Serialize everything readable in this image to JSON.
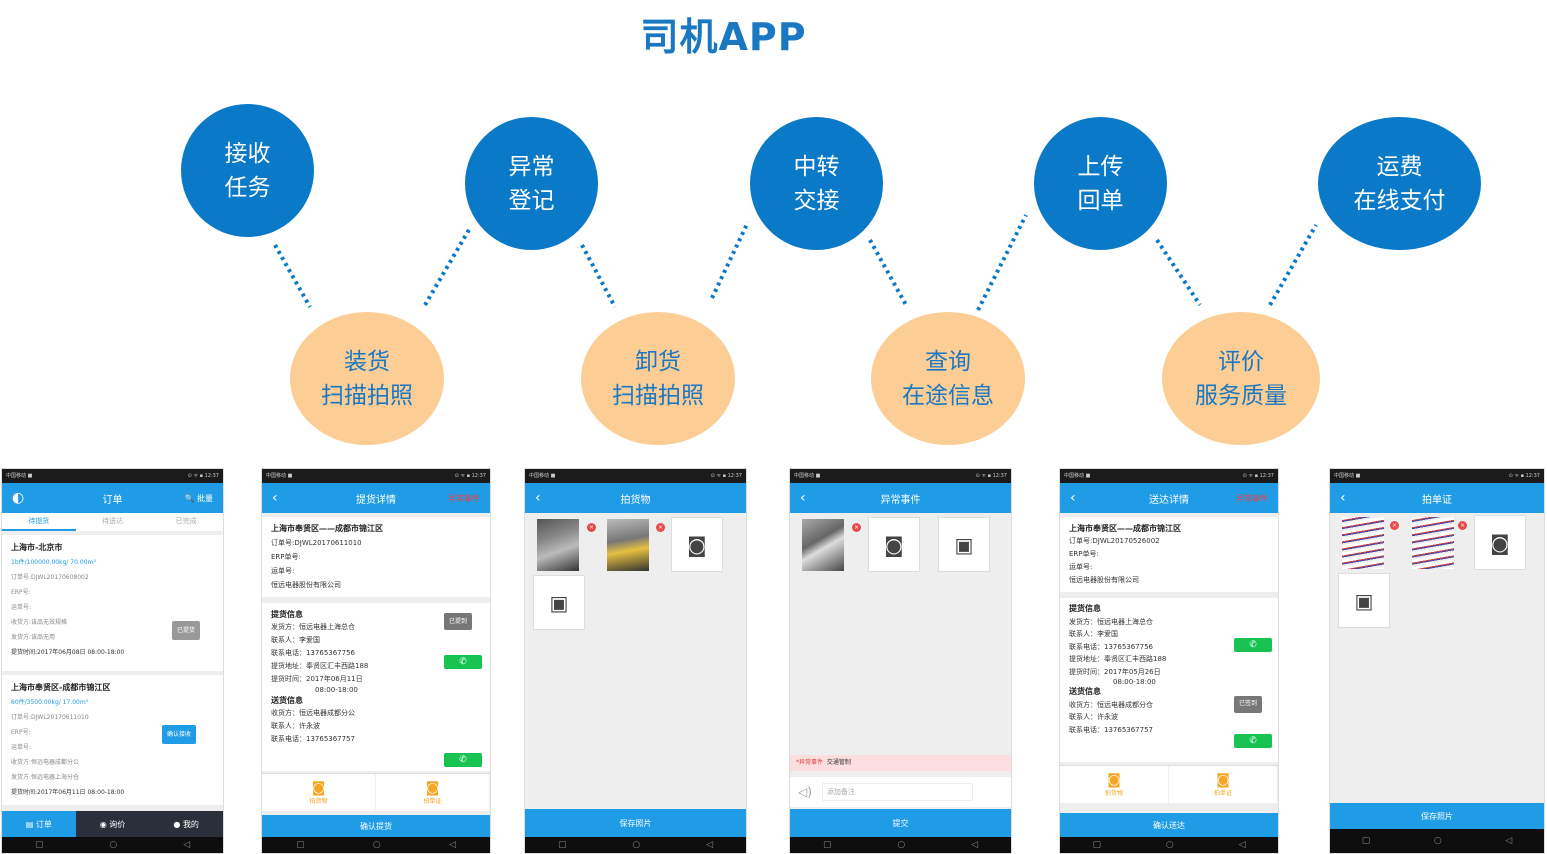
{
  "title": "司机APP",
  "steps_top": [
    {
      "line1": "接收",
      "line2": "任务"
    },
    {
      "line1": "异常",
      "line2": "登记"
    },
    {
      "line1": "中转",
      "line2": "交接"
    },
    {
      "line1": "上传",
      "line2": "回单"
    },
    {
      "line1": "运费",
      "line2": "在线支付"
    }
  ],
  "steps_bottom": [
    {
      "line1": "装货",
      "line2": "扫描拍照"
    },
    {
      "line1": "卸货",
      "line2": "扫描拍照"
    },
    {
      "line1": "查询",
      "line2": "在途信息"
    },
    {
      "line1": "评价",
      "line2": "服务质量"
    }
  ],
  "colors": {
    "blue": "#0a79c8",
    "peach": "#fccd95",
    "app_blue": "#1f9ce5",
    "green": "#19c352"
  },
  "phones": {
    "status": {
      "left": "中国移动 ■",
      "right": "⊙ ᯤ ▪ 12:37"
    },
    "p1": {
      "title": "订单",
      "search": "🔍 批量",
      "tabs": [
        "待提货",
        "待送达",
        "已完成"
      ],
      "order1": {
        "route": "上海市-北京市",
        "spec": "1b件/100000.00kg/ 70.00m³",
        "order_no": "订单号:DJWL20170608002",
        "erp": "ERP号:",
        "waybill": "运单号:",
        "shipper": "收货方:该品无效规格",
        "sender": "发货方:该品无用",
        "time": "提货时间:2017年06月08日 08:00-18:00",
        "badge": "已提货"
      },
      "order2": {
        "route": "上海市奉贤区-成都市锦江区",
        "spec": "60件/3500.00kg/ 17.00m³",
        "order_no": "订单号:DJWL20170611010",
        "erp": "ERP号:",
        "waybill": "运单号:",
        "shipper": "收货方:恒远电器成都分公",
        "sender": "发货方:恒远电器上海分仓",
        "time": "提货时间:2017年06月11日 08:00-18:00",
        "badge": "确认接收"
      },
      "nav": [
        "订单",
        "询价",
        "我的"
      ]
    },
    "p2": {
      "title": "提货详情",
      "action": "异常事件",
      "route": "上海市奉贤区——成都市锦江区",
      "order_no": "订单号:DJWL20170611010",
      "erp": "ERP单号:",
      "waybill": "运单号:",
      "company": "恒远电器股份有限公司",
      "pickup_h": "提货信息",
      "pickup_badge": "已提到",
      "pickup_lines": [
        "发货方：恒远电器上海总仓",
        "联系人：李爱国",
        "联系电话：13765367756",
        "提货地址：奉贤区汇丰西路188",
        "提货时间：2017年06月11日",
        "08:00-18:00"
      ],
      "deliver_h": "送货信息",
      "deliver_lines": [
        "收货方：恒远电器成都分公",
        "联系人：许永波",
        "联系电话：13765367757"
      ],
      "act1": "拍货物",
      "act2": "拍单证",
      "confirm": "确认提货"
    },
    "p3": {
      "title": "拍货物",
      "save": "保存照片"
    },
    "p4": {
      "title": "异常事件",
      "event_label": "*异常事件",
      "event_value": "交通管制",
      "note_ph": "添加备注",
      "submit": "提交"
    },
    "p5": {
      "title": "送达详情",
      "action": "异常事件",
      "route": "上海市奉贤区——成都市锦江区",
      "order_no": "订单号:DJWL20170526002",
      "erp": "ERP单号:",
      "waybill": "运单号:",
      "company": "恒远电器股份有限公司",
      "pickup_h": "提货信息",
      "pickup_lines": [
        "发货方：恒远电器上海总仓",
        "联系人：李爱国",
        "联系电话：13765367756",
        "提货地址：奉贤区汇丰西路188",
        "提货时间：2017年05月26日",
        "08:00-18:00"
      ],
      "deliver_h": "送货信息",
      "deliver_badge": "已签到",
      "deliver_lines": [
        "收货方：恒远电器成都分仓",
        "联系人：许永波",
        "联系电话：13765367757"
      ],
      "act1": "拍货物",
      "act2": "拍单证",
      "confirm": "确认送达"
    },
    "p6": {
      "title": "拍单证",
      "save": "保存照片"
    }
  }
}
